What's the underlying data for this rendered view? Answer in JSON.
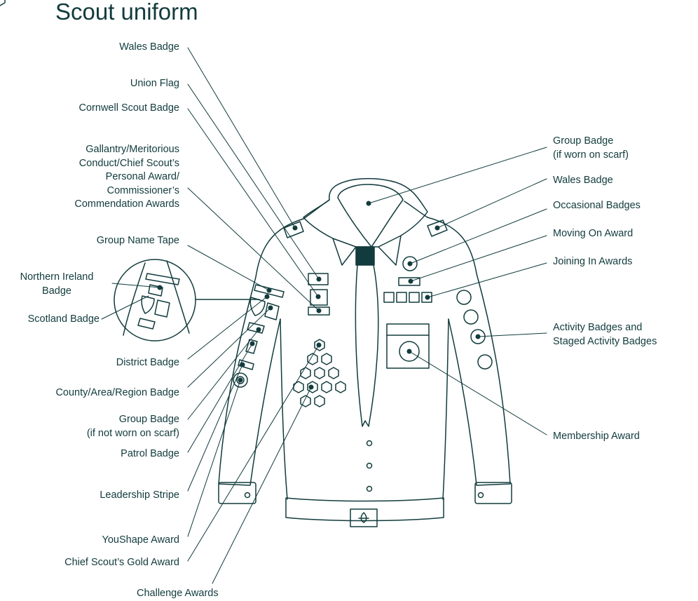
{
  "title": "Scout uniform",
  "colors": {
    "ink": "#123b3d",
    "background": "#ffffff"
  },
  "labels": {
    "wales_badge_left": "Wales Badge",
    "union_flag": "Union Flag",
    "cornwell_scout_badge": "Cornwell Scout Badge",
    "gallantry_awards": "Gallantry/Meritorious\nConduct/Chief Scout’s\nPersonal Award/\nCommissioner’s\nCommendation Awards",
    "group_name_tape": "Group Name Tape",
    "northern_ireland_badge": "Northern Ireland\nBadge",
    "scotland_badge": "Scotland Badge",
    "district_badge": "District Badge",
    "county_area_region_badge": "County/Area/Region Badge",
    "group_badge_not_on_scarf": "Group Badge\n(if not worn on scarf)",
    "patrol_badge": "Patrol Badge",
    "leadership_stripe": "Leadership Stripe",
    "youshape_award": "YouShape Award",
    "chief_scouts_gold_award": "Chief Scout’s Gold Award",
    "challenge_awards": "Challenge Awards",
    "group_badge_on_scarf": "Group Badge\n(if worn on scarf)",
    "wales_badge_right": "Wales Badge",
    "occasional_badges": "Occasional Badges",
    "moving_on_award": "Moving On Award",
    "joining_in_awards": "Joining In Awards",
    "activity_badges": "Activity Badges and\nStaged Activity Badges",
    "membership_award": "Membership Award"
  }
}
